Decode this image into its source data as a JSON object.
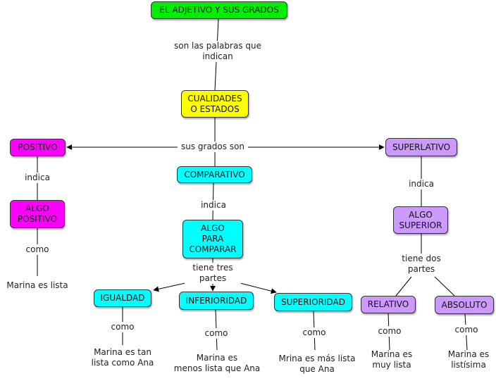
{
  "colors": {
    "green": "#00ee00",
    "yellow": "#ffff00",
    "magenta": "#ff00ff",
    "cyan": "#00ffff",
    "lavender": "#cc99ff",
    "line": "#000000"
  },
  "nodes": {
    "title": "EL ADJETIVO Y SUS GRADOS",
    "cualidades": "CUALIDADES\nO ESTADOS",
    "positivo": "POSITIVO",
    "algo_positivo": "ALGO\nPOSITIVO",
    "comparativo": "COMPARATIVO",
    "algo_para_comparar": "ALGO\nPARA\nCOMPARAR",
    "igualdad": "IGUALDAD",
    "inferioridad": "INFERIORIDAD",
    "superioridad": "SUPERIORIDAD",
    "superlativo": "SUPERLATIVO",
    "algo_superior": "ALGO\nSUPERIOR",
    "relativo": "RELATIVO",
    "absoluto": "ABSOLUTO"
  },
  "links": {
    "son_palabras": "son las palabras que\nindican",
    "grados": "sus grados son",
    "indica_positivo": "indica",
    "como_positivo": "como",
    "indica_comparativo": "indica",
    "tiene_tres": "tiene tres\npartes",
    "como_igualdad": "como",
    "como_inferioridad": "como",
    "como_superioridad": "como",
    "indica_superlativo": "indica",
    "tiene_dos": "tiene dos\npartes",
    "como_relativo": "como",
    "como_absoluto": "como"
  },
  "examples": {
    "positivo": "Marina es lista",
    "igualdad": "Marina es tan\nlista como Ana",
    "inferioridad": "Marina es\nmenos lista que Ana",
    "superioridad": "Mrina es más lista\nque Ana",
    "relativo": "Marina es\nmuy lista",
    "absoluto": "Marina es\nlistísima"
  }
}
